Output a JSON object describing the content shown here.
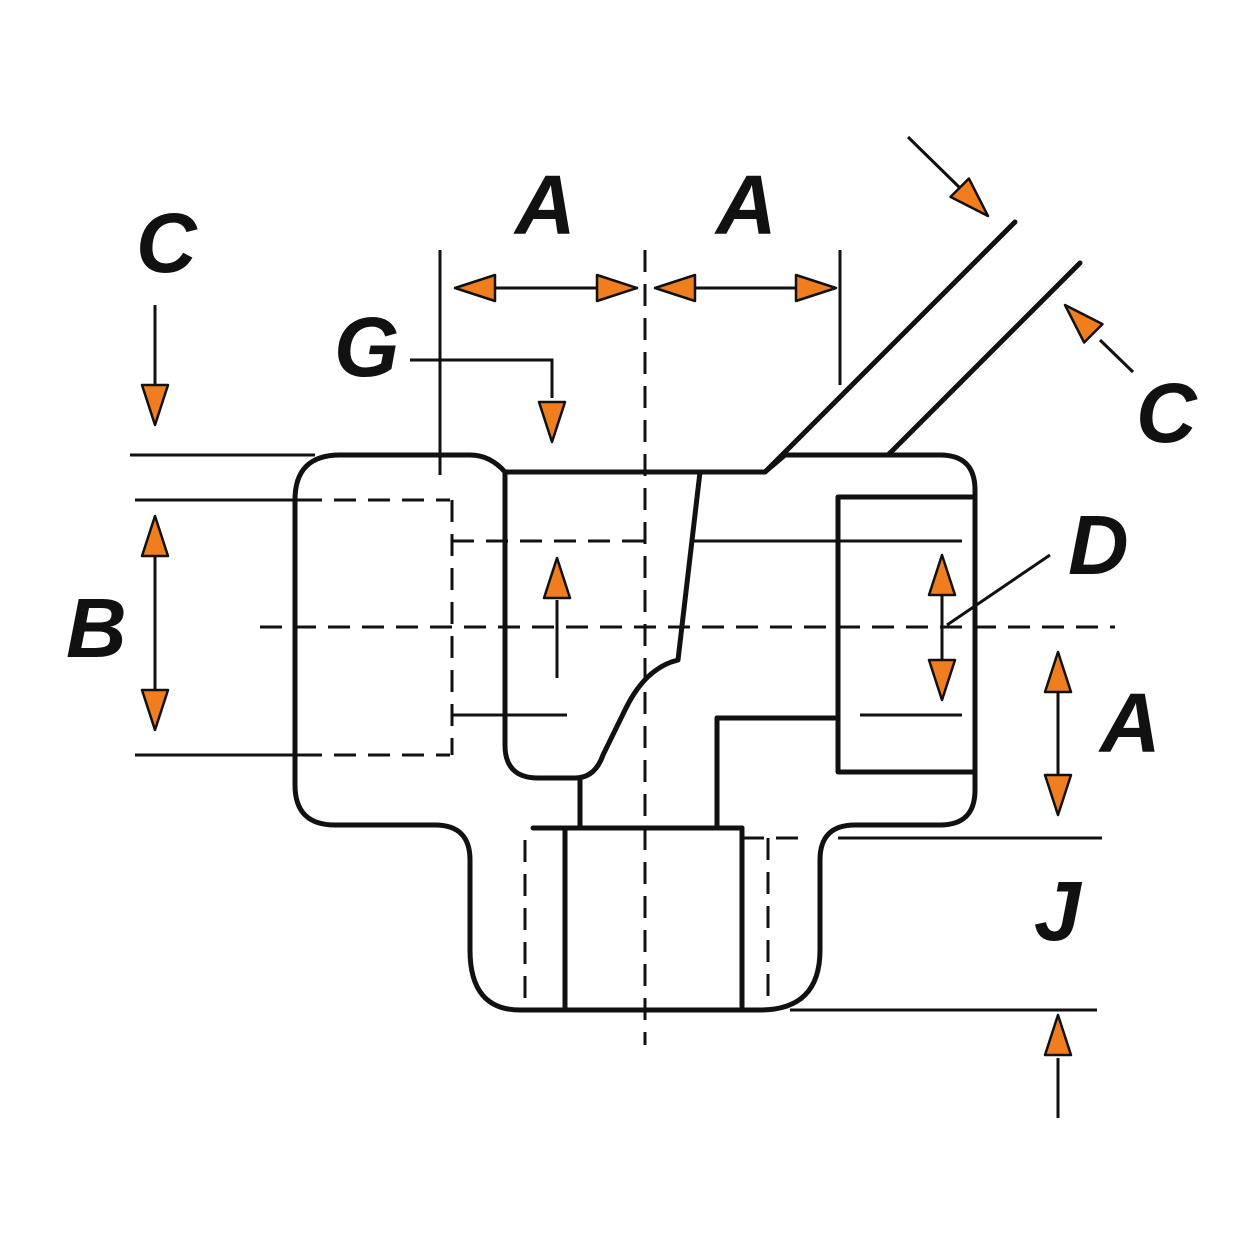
{
  "drawing": {
    "accent_color": "#F07D1E",
    "line_color": "#111111",
    "background": "#FFFFFF"
  },
  "labels": {
    "a_top_left": "A",
    "a_top_right": "A",
    "a_right": "A",
    "b": "B",
    "c_left": "C",
    "c_right": "C",
    "d": "D",
    "g": "G",
    "j": "J"
  }
}
